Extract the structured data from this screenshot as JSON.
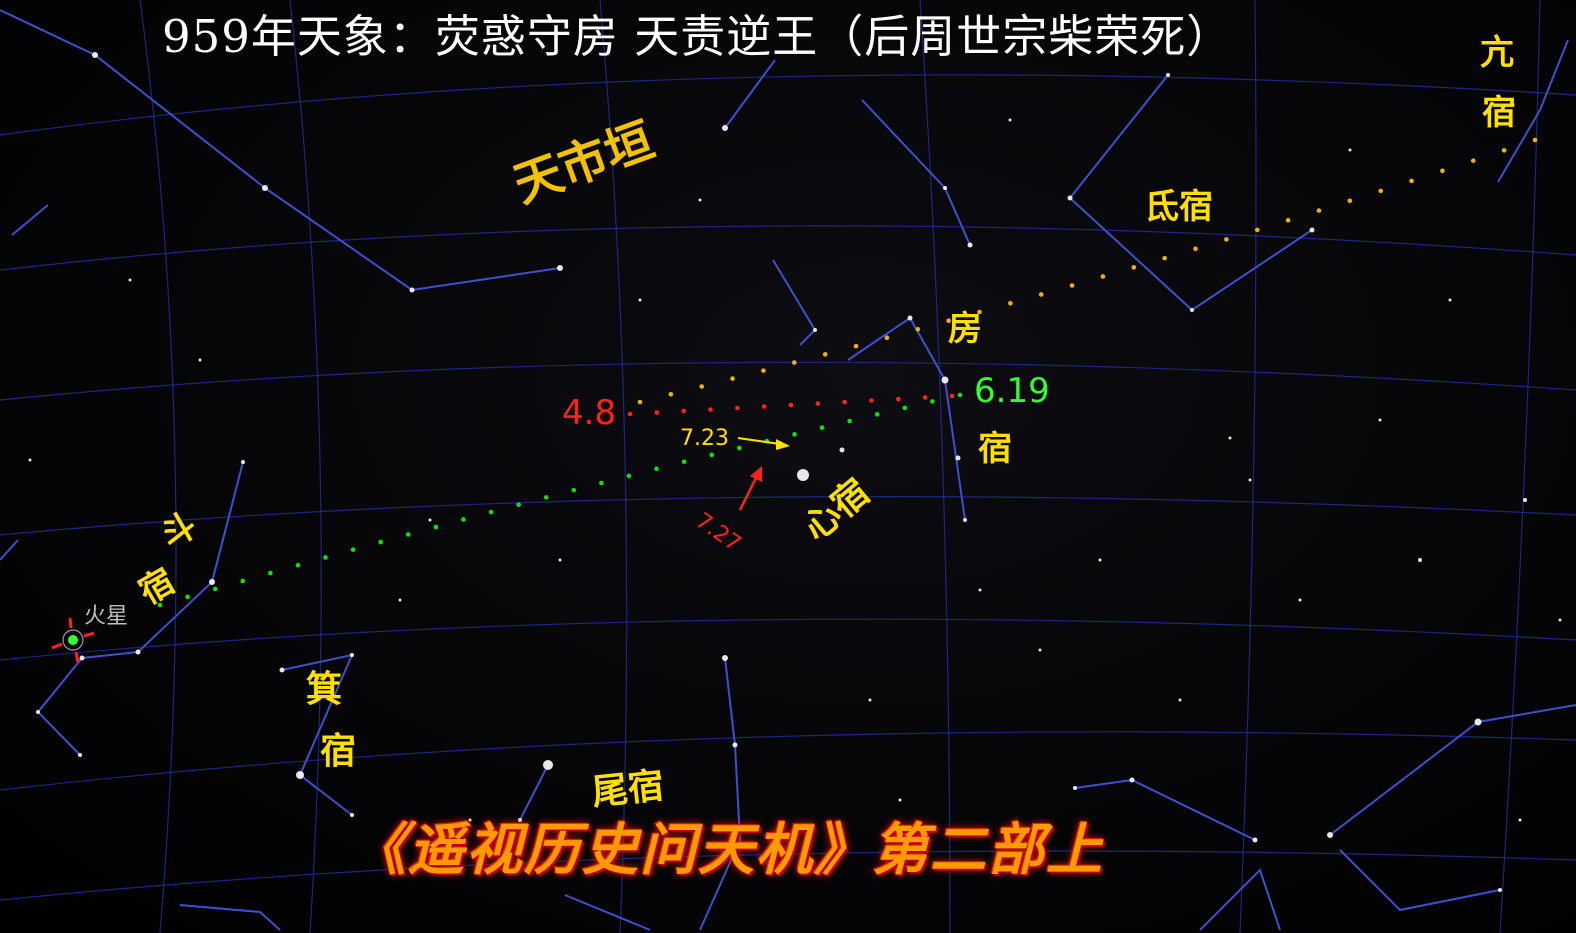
{
  "title": "959年天象：荧惑守房 天责逆王（后周世宗柴荣死）",
  "footer": "《遥视历史问天机》第二部上",
  "labels": {
    "tianshi": "天市垣",
    "di": "氐宿",
    "fang": "房",
    "fang2": "宿",
    "xin": "心宿",
    "dou1": "斗",
    "dou2": "宿",
    "ji1": "箕",
    "ji2": "宿",
    "wei": "尾宿",
    "kang1": "亢",
    "kang2": "宿",
    "mars": "火星"
  },
  "dates": {
    "d48": "4.8",
    "d619": "6.19",
    "d723": "7.23",
    "d727": "7.27"
  },
  "colors": {
    "grid": "#1e2a8c",
    "constellation": "#3f4fd0",
    "yellow_dots": "#f0b400",
    "red_dots": "#ff2020",
    "green_dots": "#10e010",
    "label_yellow": "#f2c200",
    "date_red": "#ff2020",
    "date_green": "#30ff30"
  }
}
